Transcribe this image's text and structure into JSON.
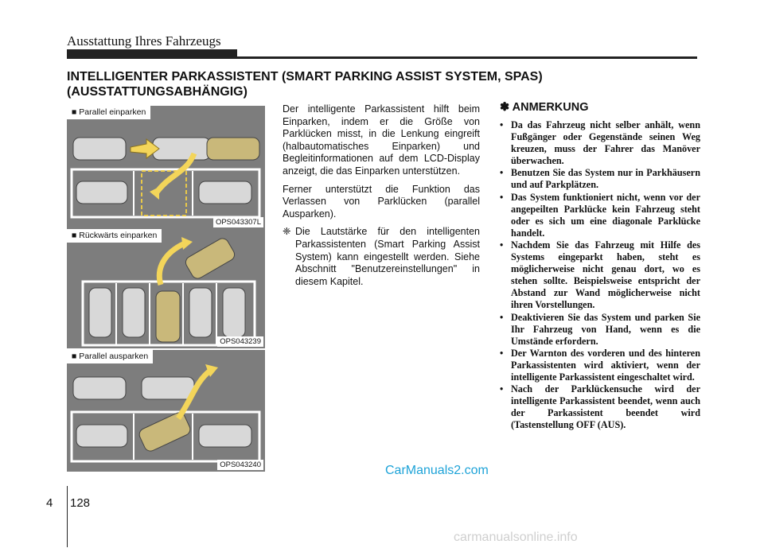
{
  "header": {
    "title": "Ausstattung Ihres Fahrzeugs"
  },
  "section": {
    "title_line1": "INTELLIGENTER PARKASSISTENT (SMART PARKING ASSIST SYSTEM, SPAS)",
    "title_line2": "(AUSSTATTUNGSABHÄNGIG)"
  },
  "figures": [
    {
      "label": "■ Parallel einparken",
      "code": "OPS043307L"
    },
    {
      "label": "■ Rückwärts einparken",
      "code": "OPS043239"
    },
    {
      "label": "■ Parallel ausparken",
      "code": "OPS043240"
    }
  ],
  "body": {
    "para1": "Der intelligente Parkassistent hilft beim Einparken, indem er die Größe von Parklücken misst, in die Lenkung eingreift (halbautomatisches Einparken) und Begleitinformationen auf dem LCD-Display anzeigt, die das Einparken unterstützen.",
    "para2": "Ferner unterstützt die Funktion das Verlassen von Parklücken (parallel Ausparken).",
    "note_symbol": "❈",
    "note": "Die Lautstärke für den intelligenten Parkassistenten (Smart Parking Assist System) kann eingestellt werden. Siehe Abschnitt \"Benutzereinstellungen\" in diesem Kapitel."
  },
  "anmerkung": {
    "title": "✽ ANMERKUNG",
    "bullet": "•",
    "items": [
      "Da das Fahrzeug nicht selber anhält, wenn Fußgänger oder Gegenstände seinen Weg kreuzen, muss der Fahrer das Manöver überwachen.",
      "Benutzen Sie das System nur in Parkhäusern und auf Parkplätzen.",
      "Das System funktioniert nicht, wenn vor der angepeilten Parklücke kein Fahrzeug steht oder es sich um eine diagonale Parklücke handelt.",
      "Nachdem Sie das Fahrzeug mit Hilfe des Systems eingeparkt haben, steht es möglicherweise nicht genau dort, wo es stehen sollte. Beispielsweise entspricht der Abstand zur Wand möglicherweise nicht ihren Vorstellungen.",
      "Deaktivieren Sie das System und parken Sie Ihr Fahrzeug von Hand, wenn es die Umstände erfordern.",
      "Der Warnton des vorderen und des hinteren Parkassistenten wird aktiviert, wenn der intelligente Parkassistent eingeschaltet wird.",
      "Nach der Parklückensuche wird der intelligente Parkassistent beendet, wenn auch der Parkassistent beendet wird (Tastenstellung OFF (AUS)."
    ]
  },
  "footer": {
    "chapter": "4",
    "page": "128",
    "watermark": "CarManuals2.com",
    "bottom_watermark": "carmanualsonline.info"
  }
}
